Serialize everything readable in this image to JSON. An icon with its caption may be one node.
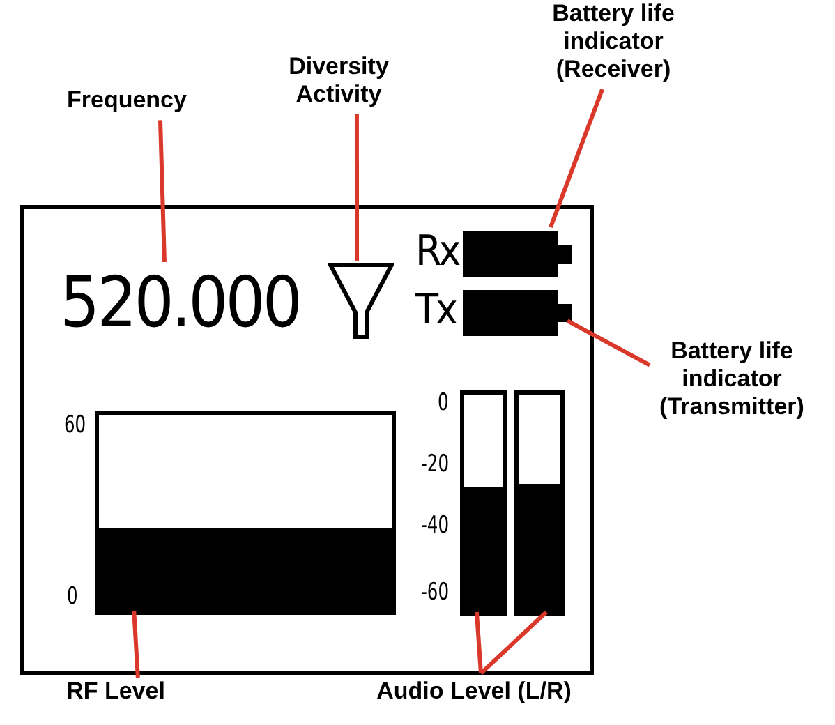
{
  "diagram": {
    "nodes": [
      {
        "text": [
          "Frequency"
        ]
      },
      {
        "text": [
          "Diversity Activity"
        ]
      },
      {
        "text": [
          "Battery life indicator (Receiver)"
        ]
      },
      {
        "text": [],
        "shape": "box"
      },
      {
        "text": [
          "520.000"
        ],
        "in": 3
      },
      {
        "text": [],
        "shape": "antenna",
        "in": 3
      },
      {
        "text": [],
        "shape": "battery",
        "in": 3,
        "beside": [
          "Rx"
        ]
      },
      {
        "text": [],
        "shape": "battery",
        "in": 3,
        "beside": [
          "Tx"
        ]
      },
      {
        "text": [
          "Battery life indicator (Transmitter)"
        ]
      },
      {
        "text": [],
        "shape": "bar",
        "in": 3,
        "beside": [
          "60",
          "0"
        ]
      },
      {
        "text": [],
        "shape": "bar",
        "in": 3
      },
      {
        "text": [],
        "shape": "bar",
        "in": 3
      },
      {
        "text": [
          "RF Level"
        ]
      },
      {
        "text": [
          "Audio Level (L/R)"
        ]
      }
    ],
    "edges": [
      {
        "from": 0,
        "to": 4,
        "arrow": "none"
      },
      {
        "from": 1,
        "to": 5,
        "arrow": "none"
      },
      {
        "from": 2,
        "to": 6,
        "arrow": "none"
      },
      {
        "from": 8,
        "to": 7,
        "arrow": "none"
      },
      {
        "from": 12,
        "to": 9,
        "arrow": "none"
      },
      {
        "from": 13,
        "to": 10,
        "arrow": "none"
      },
      {
        "from": 13,
        "to": 11,
        "arrow": "none"
      }
    ],
    "labels": [
      "0",
      "-20",
      "-40",
      "-60"
    ]
  }
}
